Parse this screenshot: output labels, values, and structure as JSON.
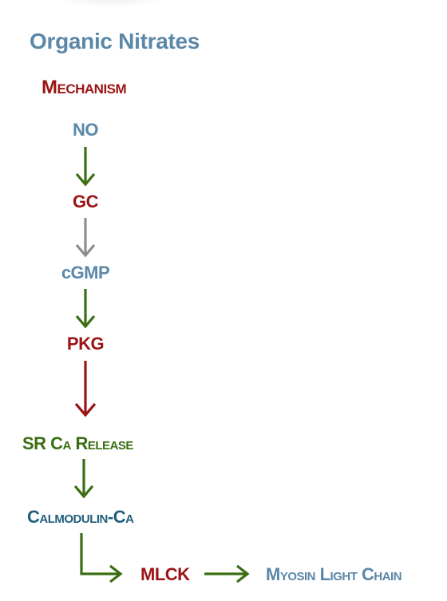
{
  "title": "Organic Nitrates",
  "heading": "Mechanism",
  "nodes": {
    "no": "NO",
    "gc": "GC",
    "cgmp": "cGMP",
    "pkg": "PKG",
    "sr": "SR Ca Release",
    "calmodulin": "Calmodulin-Ca",
    "mlck": "MLCK",
    "myosin": "Myosin Light Chain"
  },
  "colors": {
    "blue": "#5b87a8",
    "red": "#9b1414",
    "green": "#3b6e12",
    "gray": "#8e8e8e",
    "teal": "#1f5f7a"
  }
}
